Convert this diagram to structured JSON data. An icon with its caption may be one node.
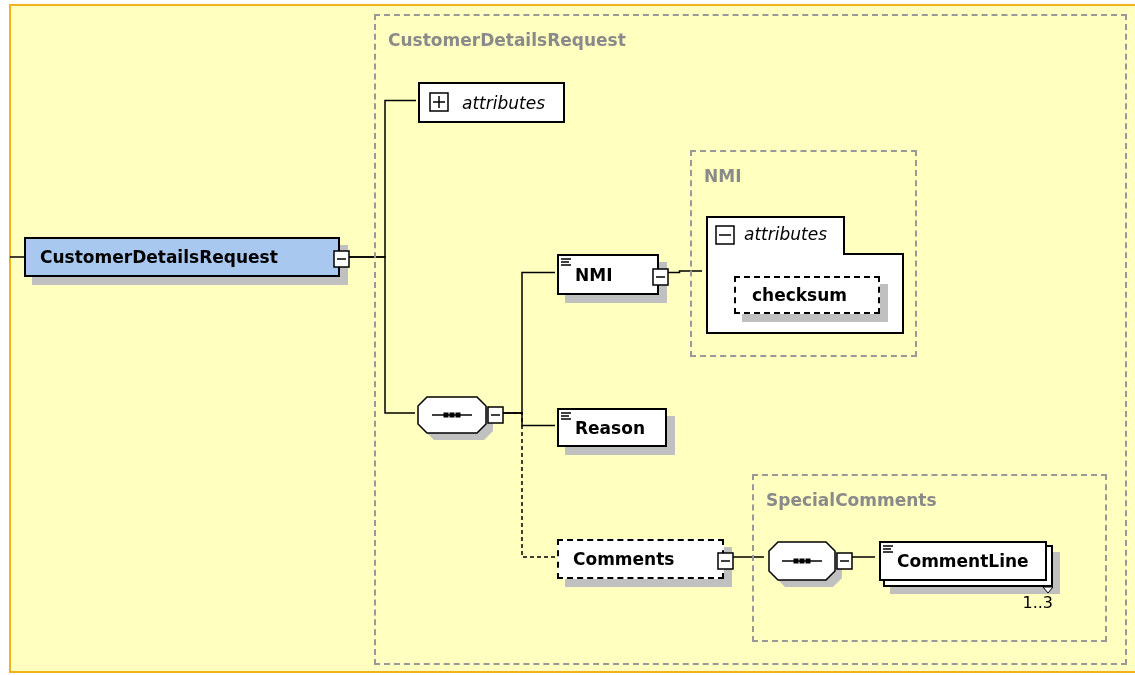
{
  "diagram": {
    "nodes": [
      {
        "text": [
          "CustomerDetailsRequest"
        ]
      },
      {
        "text": [
          "CustomerDetailsRequest"
        ]
      },
      {
        "text": [
          "attributes"
        ],
        "in": 1
      },
      {
        "text": [
          "NMI"
        ],
        "in": 1
      },
      {
        "text": [
          "NMI"
        ],
        "in": 1
      },
      {
        "text": [
          "attributes"
        ],
        "in": 4
      },
      {
        "text": [
          "checksum"
        ],
        "in": 5
      },
      {
        "text": [],
        "shape": "octagon",
        "in": 1
      },
      {
        "text": [
          "Reason"
        ],
        "in": 1
      },
      {
        "text": [
          "Comments"
        ],
        "in": 1
      },
      {
        "text": [
          "SpecialComments"
        ],
        "in": 1
      },
      {
        "text": [],
        "shape": "octagon",
        "in": 10
      },
      {
        "text": [
          "CommentLine"
        ],
        "in": 10,
        "beside": [
          "1..3"
        ]
      }
    ],
    "edges": [
      {
        "from": null,
        "to": 0,
        "arrow": "none"
      },
      {
        "from": 0,
        "to": 2,
        "arrow": "none"
      },
      {
        "from": 0,
        "to": 7,
        "arrow": "none"
      },
      {
        "from": 3,
        "to": 5,
        "arrow": "none"
      },
      {
        "from": 7,
        "to": 3,
        "arrow": "none"
      },
      {
        "from": 7,
        "to": 8,
        "arrow": "none"
      },
      {
        "from": 7,
        "to": 9,
        "arrow": "none",
        "style": "dashed"
      },
      {
        "from": 9,
        "to": 11,
        "arrow": "none"
      },
      {
        "from": 11,
        "to": 12,
        "arrow": "none"
      }
    ]
  }
}
